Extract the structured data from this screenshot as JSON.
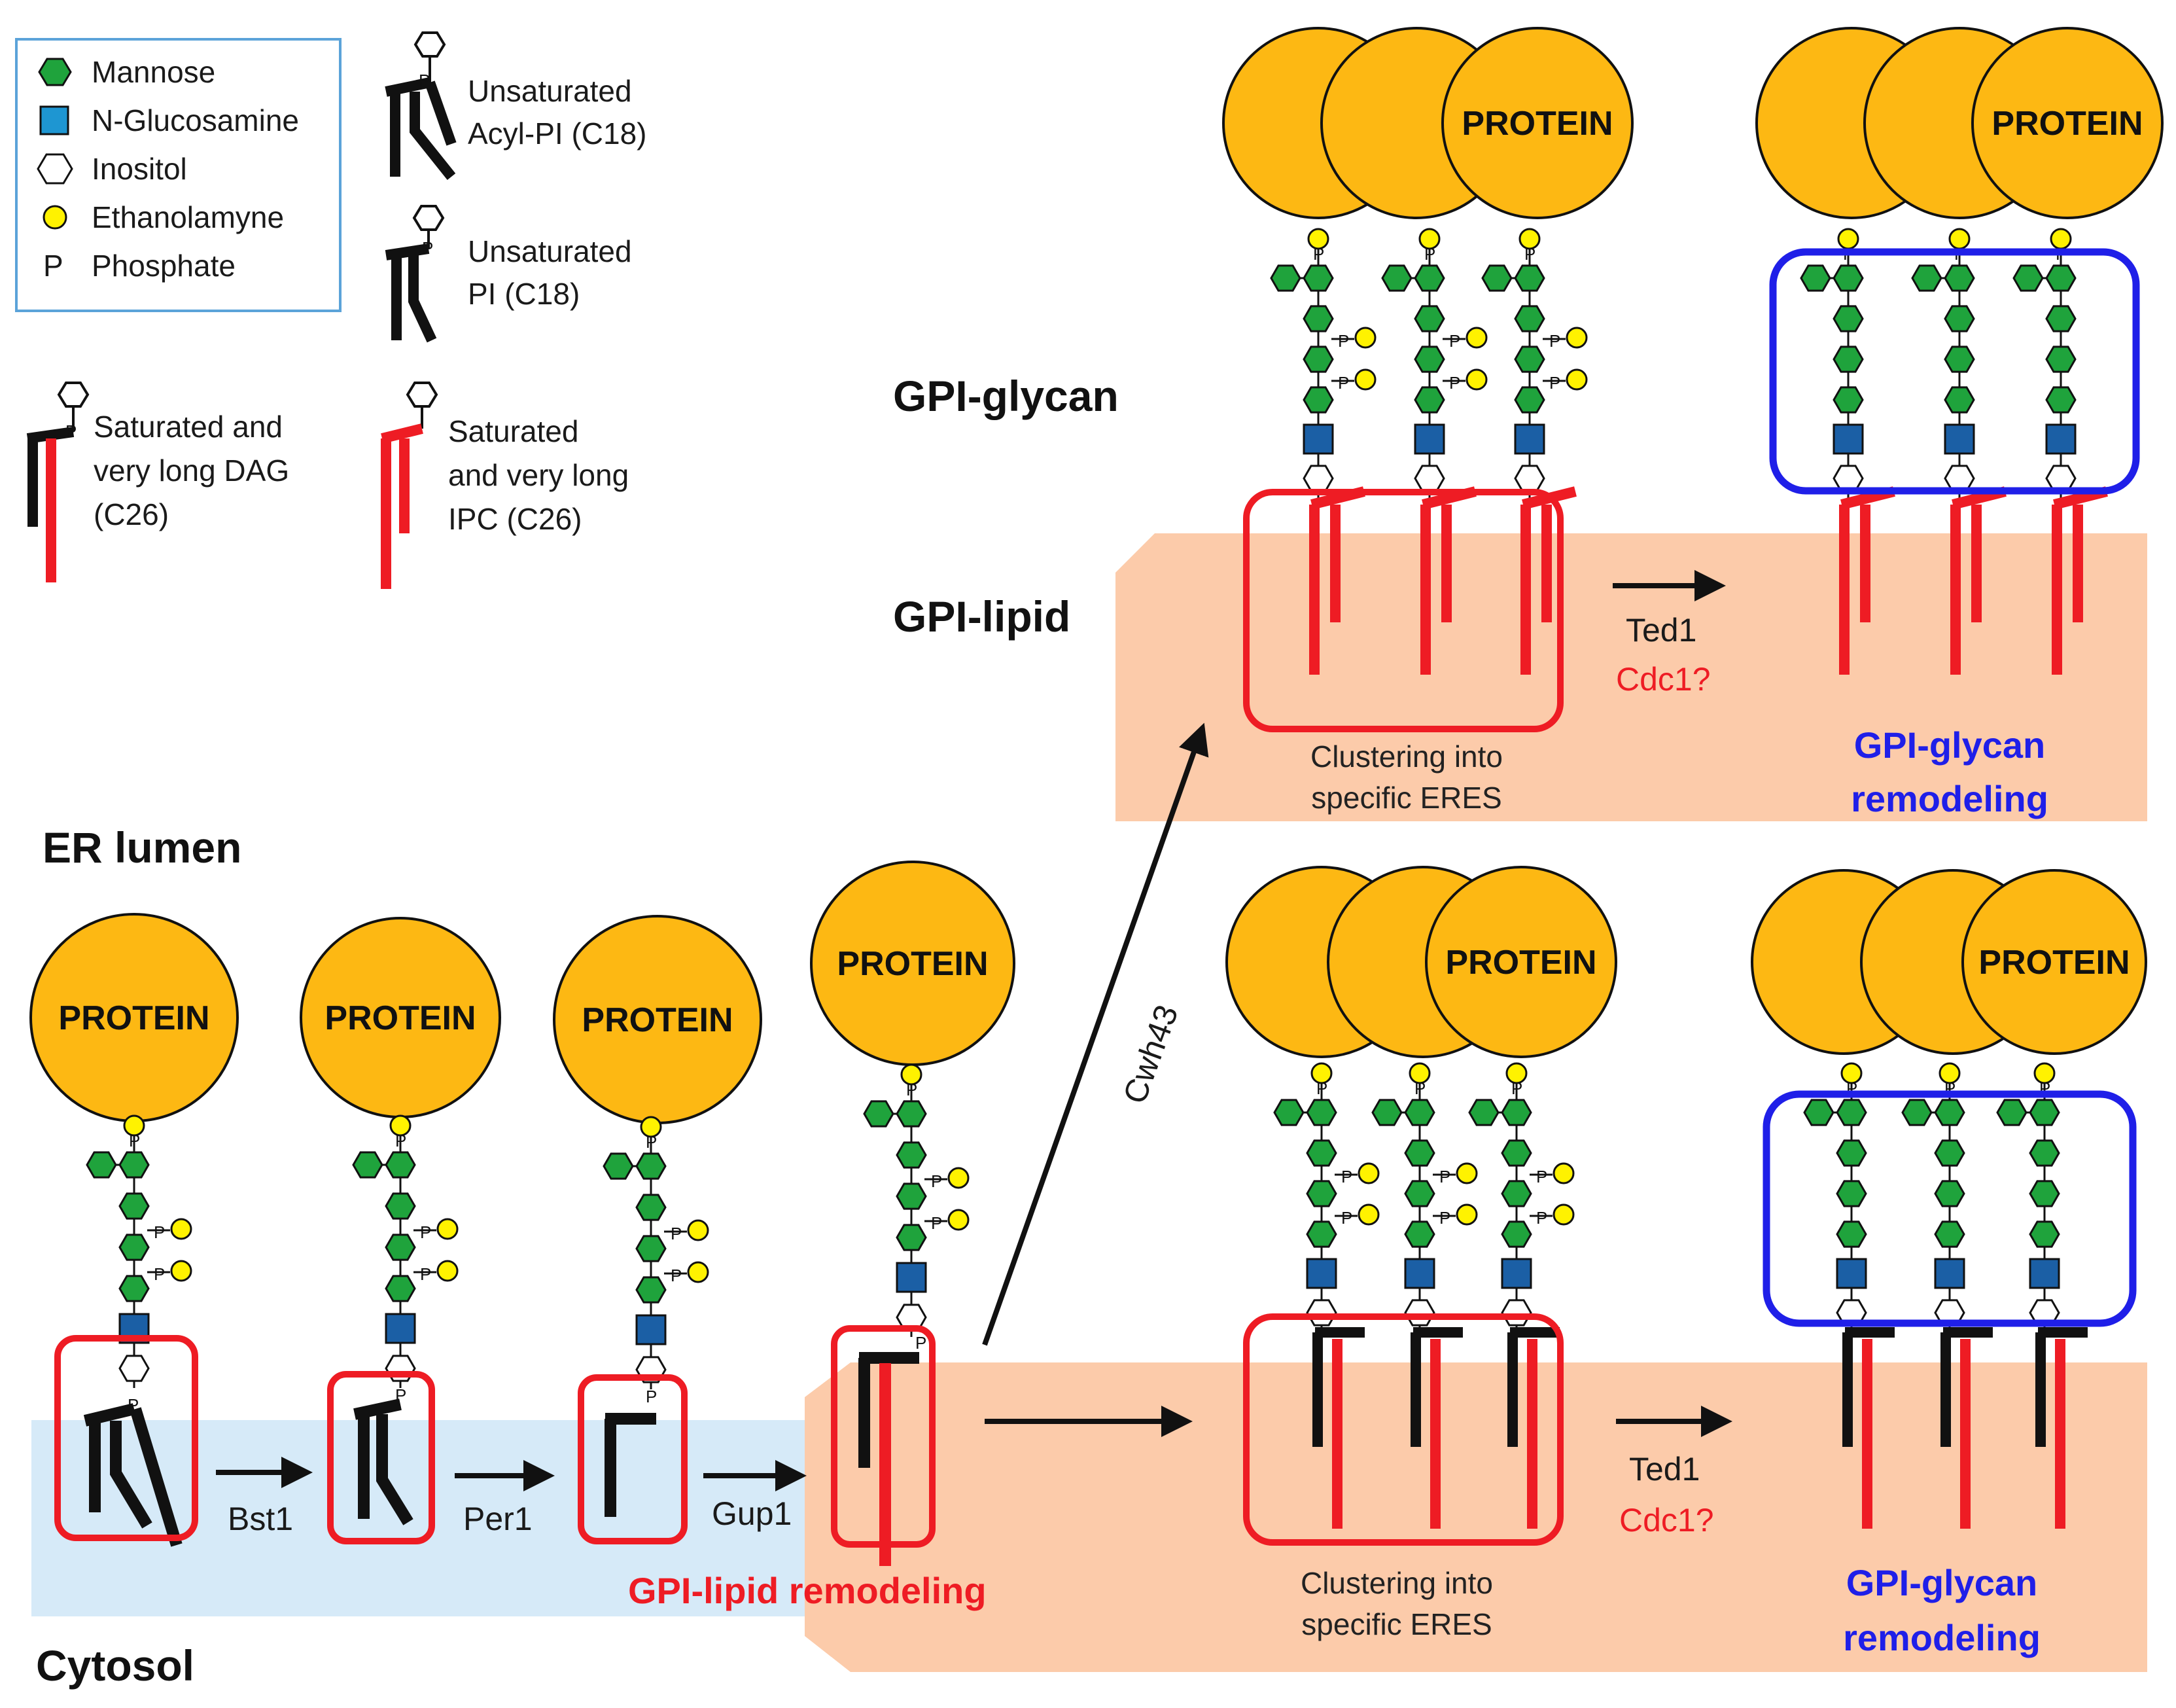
{
  "legend": {
    "mannose": "Mannose",
    "glucosamine": "N-Glucosamine",
    "inositol": "Inositol",
    "ethanolamine": "Ethanolamyne",
    "phosphate_symbol": "P",
    "phosphate": "Phosphate"
  },
  "lipid_legend": {
    "acyl_pi_l1": "Unsaturated",
    "acyl_pi_l2": "Acyl-PI (C18)",
    "pi_l1": "Unsaturated",
    "pi_l2": "PI (C18)",
    "dag_l1": "Saturated and",
    "dag_l2": "very long DAG",
    "dag_l3": "(C26)",
    "ipc_l1": "Saturated",
    "ipc_l2": "and very long",
    "ipc_l3": "IPC (C26)"
  },
  "regions": {
    "er_lumen": "ER lumen",
    "cytosol": "Cytosol",
    "gpi_glycan": "GPI-glycan",
    "gpi_lipid": "GPI-lipid"
  },
  "protein": "PROTEIN",
  "phosphate_mark": "P",
  "enzymes": {
    "bst1": "Bst1",
    "per1": "Per1",
    "gup1": "Gup1",
    "cwh43": "Cwh43",
    "ted1_top": "Ted1",
    "cdc1_top": "Cdc1?",
    "ted1_bottom": "Ted1",
    "cdc1_bottom": "Cdc1?"
  },
  "process_labels": {
    "lipid_remodeling": "GPI-lipid remodeling",
    "clustering_top_l1": "Clustering into",
    "clustering_top_l2": "specific ERES",
    "glycan_top_l1": "GPI-glycan",
    "glycan_top_l2": "remodeling",
    "clustering_bottom_l1": "Clustering into",
    "clustering_bottom_l2": "specific ERES",
    "glycan_bottom_l1": "GPI-glycan",
    "glycan_bottom_l2": "remodeling"
  },
  "colors": {
    "protein": "#FDB813",
    "mannose": "#1FA33C",
    "glucosamine_legend": "#1E96D2",
    "glucosamine": "#1B5FA5",
    "ethanolamine": "#FFF200",
    "membrane_er": "#D6EAF8",
    "membrane_ipc": "#FCCBAA",
    "lipid_red": "#EE1C24",
    "lipid_black": "#111111",
    "remodel_red": "#EE1C24",
    "remodel_blue": "#1F1FE8"
  }
}
